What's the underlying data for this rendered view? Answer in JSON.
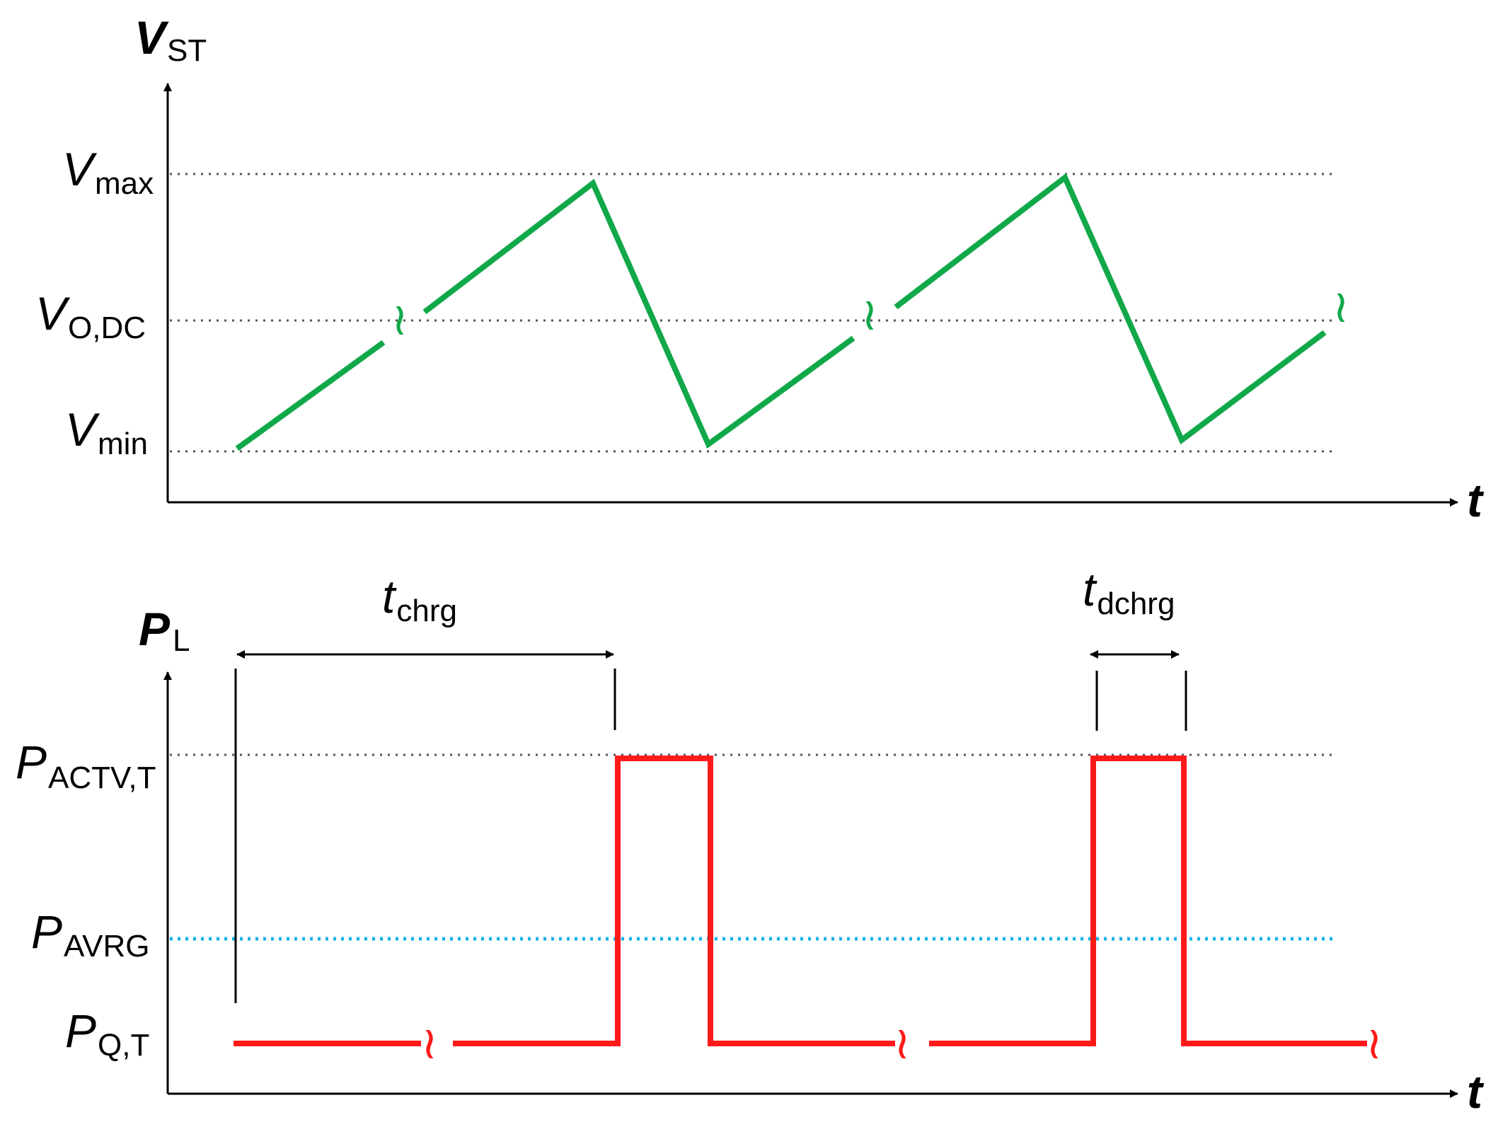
{
  "top_chart": {
    "y_axis": {
      "main": "V",
      "sub": "ST"
    },
    "x_axis": {
      "main": "t"
    },
    "levels": {
      "vmax": {
        "main": "V",
        "sub": "max"
      },
      "vodc": {
        "main": "V",
        "sub": "O,DC"
      },
      "vmin": {
        "main": "V",
        "sub": "min"
      }
    },
    "line_color": "#11a84a",
    "break_marker": "≀"
  },
  "bottom_chart": {
    "y_axis": {
      "main": "P",
      "sub": "L"
    },
    "x_axis": {
      "main": "t"
    },
    "levels": {
      "pactv": {
        "main": "P",
        "sub": "ACTV,T"
      },
      "pavrg": {
        "main": "P",
        "sub": "AVRG"
      },
      "pqt": {
        "main": "P",
        "sub": "Q,T"
      }
    },
    "dimensions": {
      "tchrg": {
        "main": "t",
        "sub": "chrg"
      },
      "tdchrg": {
        "main": "t",
        "sub": "dchrg"
      }
    },
    "line_color": "#ff1a1a",
    "average_color": "#16b3e8",
    "break_marker": "≀"
  }
}
